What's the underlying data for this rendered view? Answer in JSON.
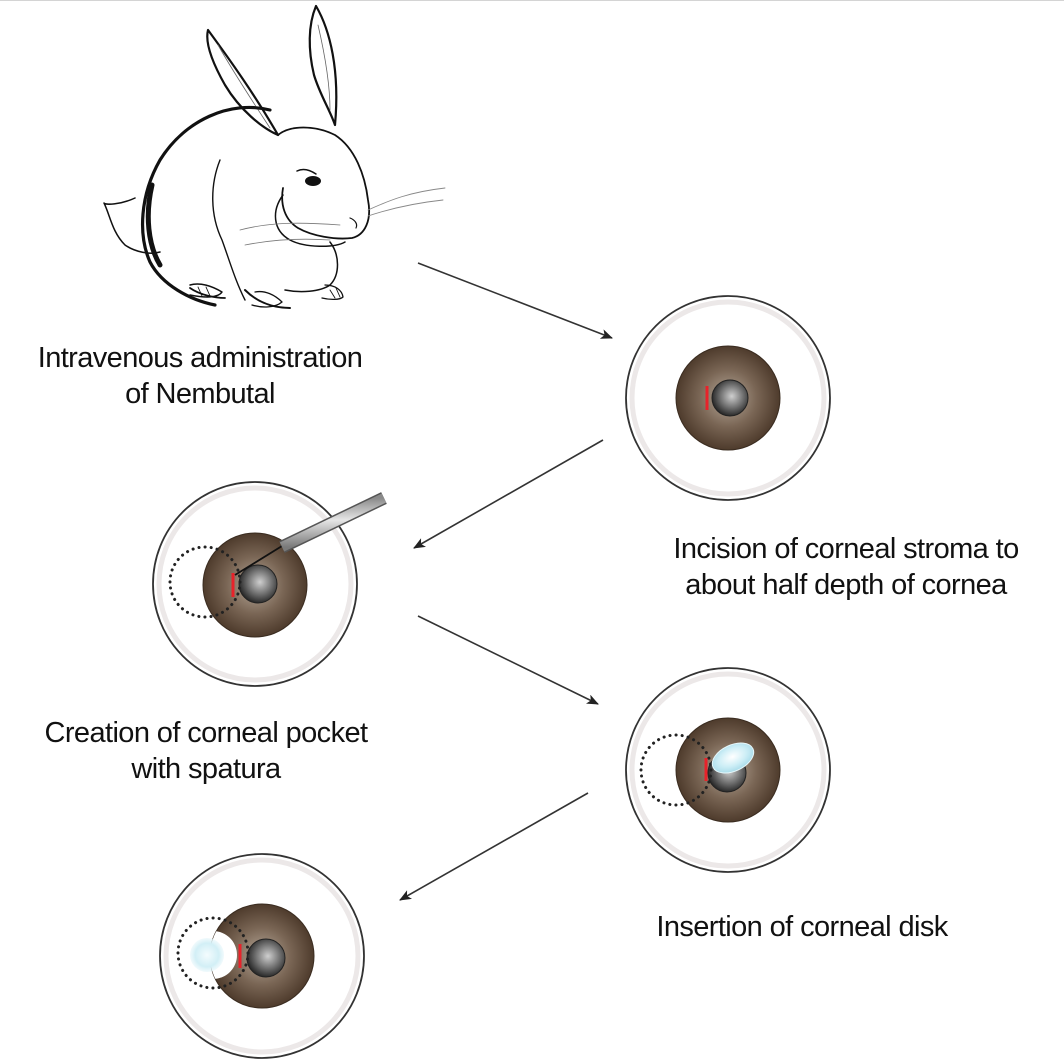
{
  "figure": {
    "subject": "rabbit corneal micropocket assay procedure",
    "steps": [
      {
        "id": "step-1",
        "illustration": "rabbit",
        "label_lines": [
          "Intravenous administration",
          "of Nembutal"
        ]
      },
      {
        "id": "step-2",
        "illustration": "eye-incision",
        "label_lines": [
          "Incision of corneal stroma to",
          "about half depth of cornea"
        ]
      },
      {
        "id": "step-3",
        "illustration": "eye-pocket-with-spatula",
        "label_lines": [
          "Creation of corneal pocket",
          "with spatura"
        ]
      },
      {
        "id": "step-4",
        "illustration": "eye-disk-insertion",
        "label_lines": [
          "Insertion of corneal disk"
        ]
      },
      {
        "id": "step-5",
        "illustration": "eye-disk-in-pocket",
        "label_lines": []
      }
    ],
    "flow": [
      "step-1",
      "step-2",
      "step-3",
      "step-4",
      "step-5"
    ],
    "colors": {
      "iris": "#5a4636",
      "iris_light": "#b8aa9b",
      "pupil": "#3a3a3a",
      "pupil_light": "#c8c8c8",
      "incision": "#e8222a",
      "disk": "#bfeaf4",
      "sclera_ring": "#ece8e8",
      "outline": "#333333",
      "arrow": "#333333"
    }
  }
}
